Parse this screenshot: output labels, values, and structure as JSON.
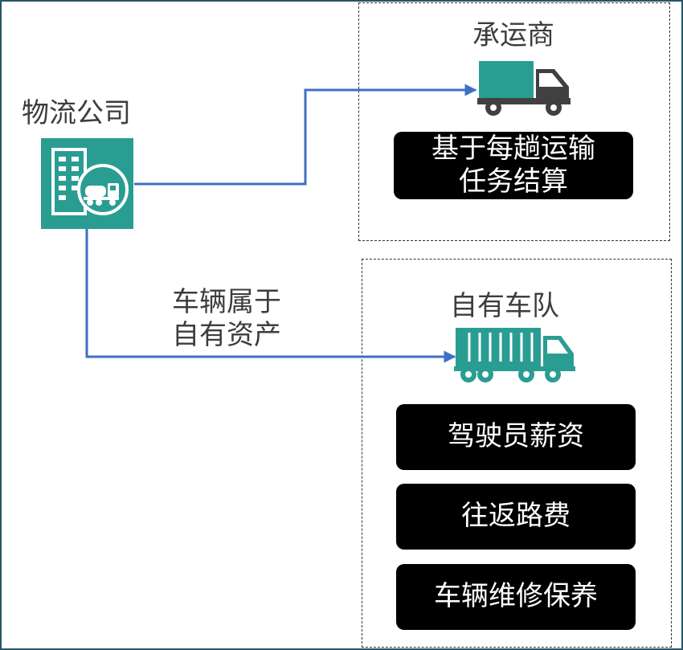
{
  "colors": {
    "teal": "#2a9d93",
    "arrow": "#3f6fc4",
    "border": "#27556a",
    "dark_gray": "#3d3d3d"
  },
  "company": {
    "label": "物流公司",
    "icon": "building-truck-icon"
  },
  "carrier": {
    "title": "承运商",
    "icon": "delivery-truck-icon",
    "pill_lines": [
      "基于每趟运输",
      "任务结算"
    ]
  },
  "own_fleet": {
    "title": "自有车队",
    "icon": "cargo-truck-icon",
    "cost_items": [
      "驾驶员薪资",
      "往返路费",
      "车辆维修保养"
    ]
  },
  "arrow_label": {
    "lines": [
      "车辆属于",
      "自有资产"
    ]
  }
}
